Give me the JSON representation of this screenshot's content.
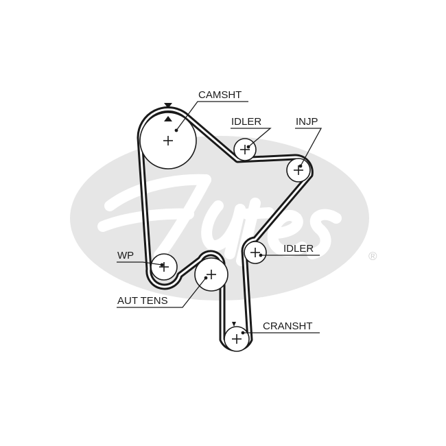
{
  "brand": {
    "watermark_text": "Gates",
    "registered_mark": "®",
    "watermark_color": "#e6e6e6"
  },
  "labels": {
    "camshaft": "CAMSHT",
    "idler_top": "IDLER",
    "injection_pump": "INJP",
    "idler_right": "IDLER",
    "water_pump": "WP",
    "auto_tensioner": "AUT TENS",
    "crankshaft": "CRANSHT"
  },
  "colors": {
    "line": "#1a1a1a",
    "background": "#ffffff"
  }
}
